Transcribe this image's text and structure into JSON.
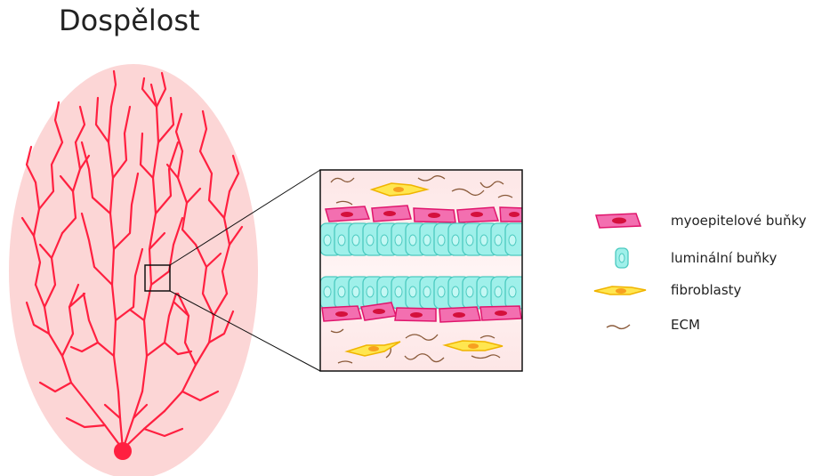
{
  "title": "Dospělost",
  "colors": {
    "gland_fill": "#fcd6d6",
    "duct": "#ff2040",
    "myoepithelial_fill": "#f36fb0",
    "myoepithelial_stroke": "#e0156c",
    "myoepithelial_nucleus": "#d4103c",
    "luminal_fill": "#9ff0ea",
    "luminal_stroke": "#4bcac0",
    "fibroblast_fill": "#ffe650",
    "fibroblast_stroke": "#f0b400",
    "ecm": "#8a5a3a"
  },
  "legend": [
    {
      "icon": "myoepithelial-cell-icon",
      "label": "myoepitelové buňky"
    },
    {
      "icon": "luminal-cell-icon",
      "label": "luminální buňky"
    },
    {
      "icon": "fibroblast-icon",
      "label": "fibroblasty"
    },
    {
      "icon": "ecm-fiber-icon",
      "label": "ECM"
    }
  ]
}
